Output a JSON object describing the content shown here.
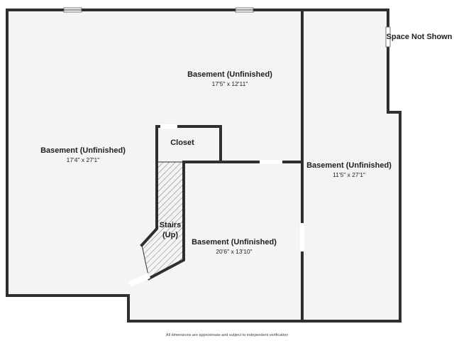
{
  "rooms": {
    "left": {
      "name": "Basement (Unfinished)",
      "dims": "17'4\" x 27'1\""
    },
    "top": {
      "name": "Basement (Unfinished)",
      "dims": "17'5\" x 12'11\""
    },
    "right": {
      "name": "Basement (Unfinished)",
      "dims": "11'5\" x 27'1\""
    },
    "center": {
      "name": "Basement (Unfinished)",
      "dims": "20'6\" x 13'10\""
    },
    "closet": {
      "name": "Closet"
    },
    "stairs": {
      "line1": "Stairs",
      "line2": "(Up)"
    }
  },
  "space_not_shown": "Space Not Shown",
  "footnote": "All dimensions are approximate and subject to independent verification",
  "colors": {
    "floor": "#f4f4f4",
    "wall": "#2f2f2f",
    "background": "#ffffff"
  }
}
